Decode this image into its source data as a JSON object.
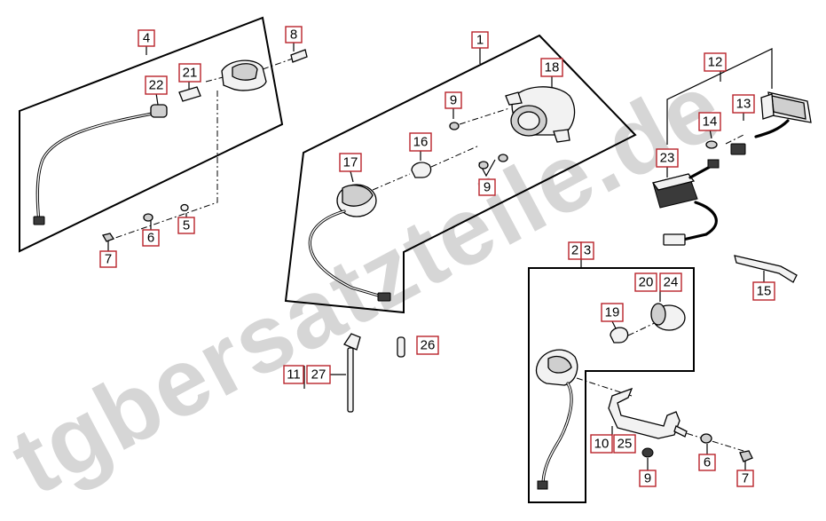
{
  "watermark": {
    "text": "tgbersatzteile.de"
  },
  "callouts": {
    "c1": "1",
    "c4": "4",
    "c8": "8",
    "c21": "21",
    "c22": "22",
    "c18": "18",
    "c9a": "9",
    "c16": "16",
    "c17": "17",
    "c9b": "9",
    "c6a": "6",
    "c5": "5",
    "c7a": "7",
    "c12": "12",
    "c13": "13",
    "c14": "14",
    "c23": "23",
    "c15": "15",
    "c2": "2",
    "c3": "3",
    "c20": "20",
    "c24": "24",
    "c19": "19",
    "c26": "26",
    "c11": "11",
    "c27": "27",
    "c10": "10",
    "c25": "25",
    "c9c": "9",
    "c6b": "6",
    "c7b": "7"
  }
}
